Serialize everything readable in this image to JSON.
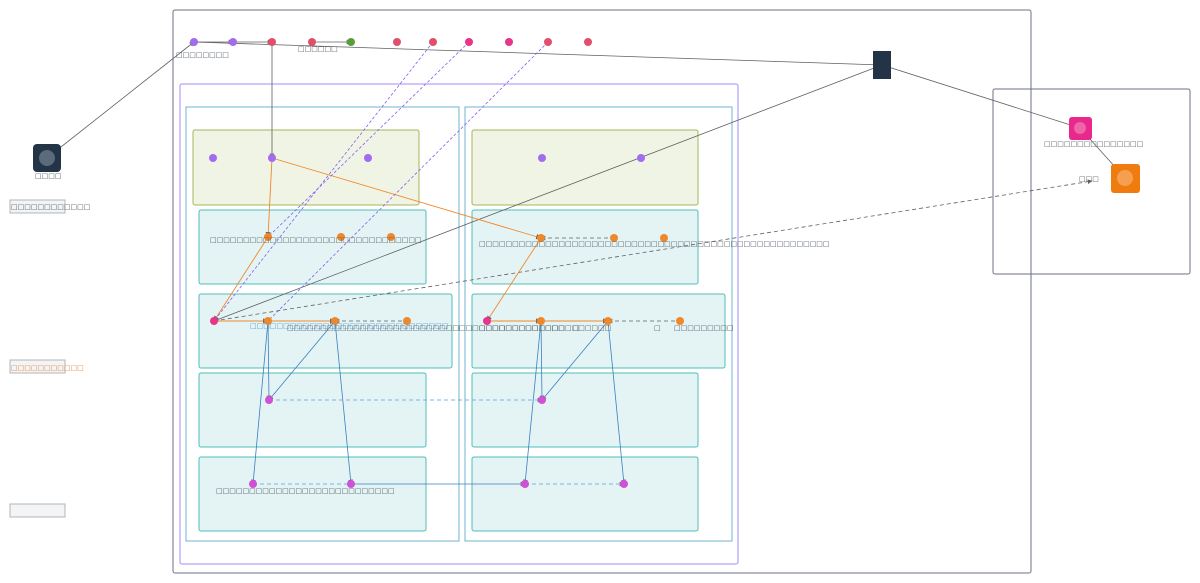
{
  "colors": {
    "frame": "#6b7280",
    "purple_frame": "#a78bfa",
    "column_frame": "#6fb3d2",
    "olive_card_fill": "#f0f4e4",
    "olive_card_stroke": "#a3b65a",
    "teal_card_fill": "#e4f4f4",
    "teal_card_stroke": "#4fbdbd",
    "node_purple": "#a26cf0",
    "node_red": "#e0506a",
    "node_pink": "#e8348a",
    "node_green": "#5a9e3a",
    "node_orange": "#f0882a",
    "node_magenta": "#d050d8",
    "dark_node": "#243447",
    "edge_gray": "#606060",
    "edge_orange": "#f0882a",
    "edge_blue": "#3a7fc0",
    "edge_purple_dashed": "#8a5cf0",
    "service_pink": "#e8288a",
    "service_orange": "#f07c10"
  },
  "legend": {
    "items": [
      {
        "label": "□□□□□□□□□□□□",
        "style": "gray"
      },
      {
        "label": "□□□□□□□□□□□",
        "style": "orange"
      },
      {
        "label": "",
        "style": "blank"
      }
    ]
  },
  "external_actor": {
    "label": "□□□□",
    "icon": "actor-icon"
  },
  "top_row": {
    "first_label": "□□□□□□□□",
    "middle_label": "□□□□□□"
  },
  "right_panel": {
    "service_a_label": "□□□□□□□□□□□□□□□",
    "service_b_label": "□□□"
  },
  "cards": {
    "left_col": {
      "row2_label": "□□□□□□□□□□□□□□□□□□□□□□□□□□□□□□□□",
      "row3_label_blue": "□□□□□□□□□□□□□□□□□□□□□□□□□□□□□□",
      "row3_label_gray": "□□□□□□□□□□□□□□□□□□□□□□□□□□□□□□□□□□□□□□□□□□",
      "row5_label": "□□□□□□□□□□□□□□□□□□□□□□□□□□□"
    },
    "right_col": {
      "row2_label": "□□□□□□□□□□□□□□□□□□□□□□□□□□□□□□□□□□□□□□□□□□□□□□□□□□□□□",
      "row3_label_a": "□□□□□□□□□□□□□□□□□□□□",
      "row3_label_b": "□",
      "row3_label_c": "□",
      "row3_label_d": "□□□□□□□□□"
    }
  }
}
